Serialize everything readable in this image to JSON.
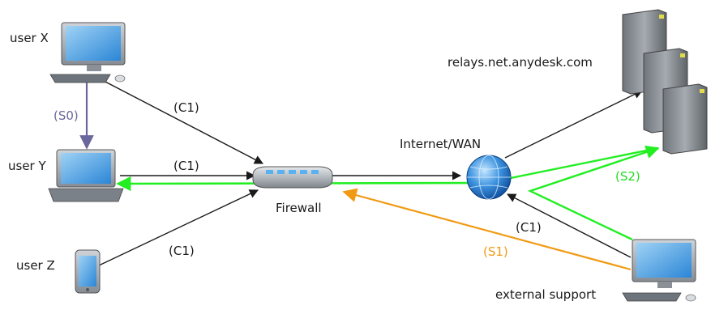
{
  "nodes": {
    "user_x": "user X",
    "user_y": "user Y",
    "user_z": "user Z",
    "firewall": "Firewall",
    "internet": "Internet/WAN",
    "relays": "relays.net.anydesk.com",
    "external_support": "external support"
  },
  "connections": {
    "c1_x": "(C1)",
    "c1_y": "(C1)",
    "c1_z": "(C1)",
    "c1_support": "(C1)",
    "s0": "(S0)",
    "s1": "(S1)",
    "s2": "(S2)"
  },
  "colors": {
    "c1": "#1a1a1a",
    "s0": "#6a679c",
    "s1": "#f19a13",
    "s2": "#22ee22"
  }
}
